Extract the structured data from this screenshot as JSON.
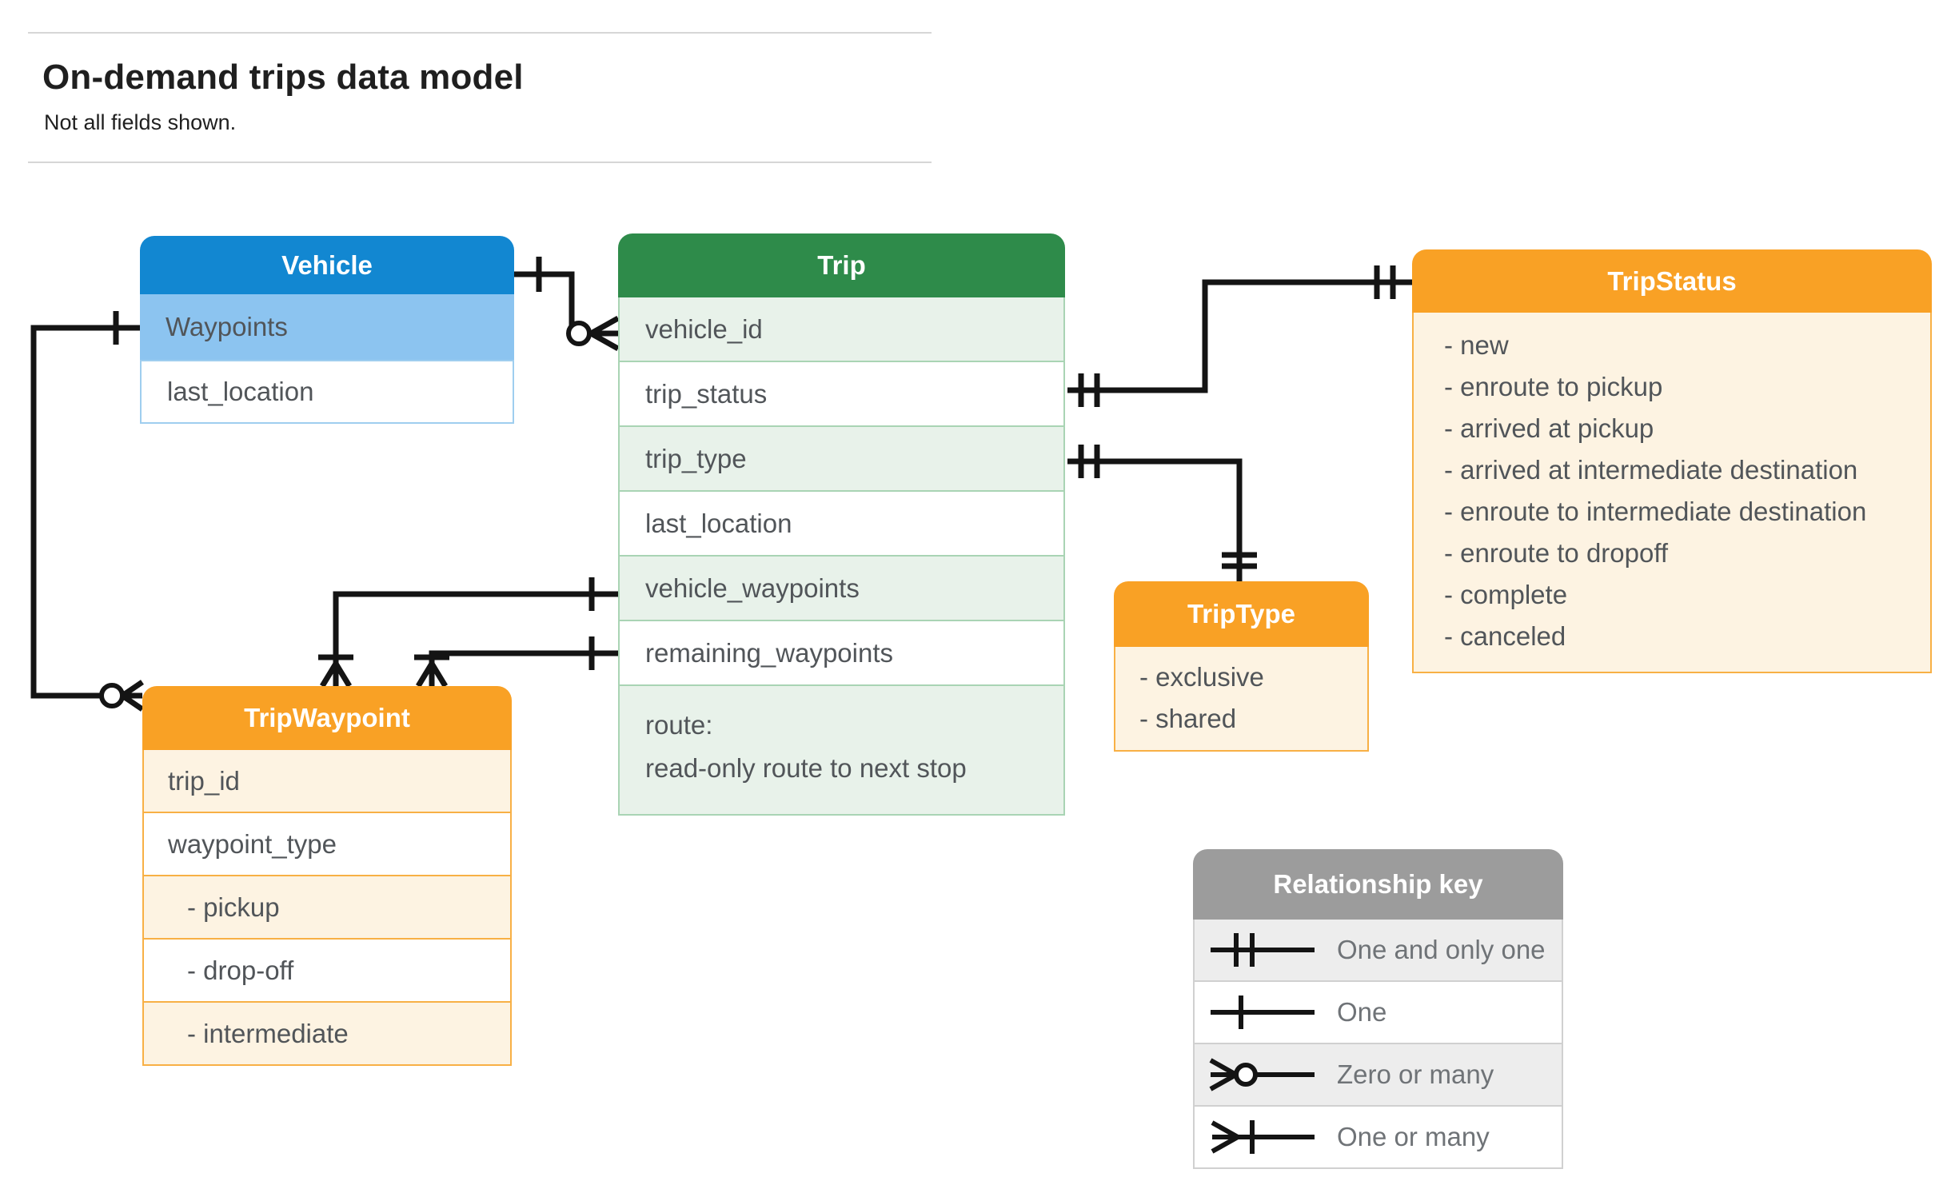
{
  "page": {
    "title": "On-demand trips data model",
    "subtitle": "Not all fields shown."
  },
  "entities": {
    "vehicle": {
      "title": "Vehicle",
      "fields": [
        "Waypoints",
        "last_location"
      ]
    },
    "trip": {
      "title": "Trip",
      "fields": [
        "vehicle_id",
        "trip_status",
        "trip_type",
        "last_location",
        "vehicle_waypoints",
        "remaining_waypoints"
      ],
      "route": {
        "line1": "route:",
        "line2": "read-only route to next stop"
      }
    },
    "trip_status": {
      "title": "TripStatus",
      "items": [
        "- new",
        "- enroute to pickup",
        "- arrived at pickup",
        "- arrived at intermediate destination",
        "- enroute to intermediate destination",
        "- enroute to dropoff",
        "- complete",
        "- canceled"
      ]
    },
    "trip_type": {
      "title": "TripType",
      "items": [
        "- exclusive",
        "- shared"
      ]
    },
    "trip_waypoint": {
      "title": "TripWaypoint",
      "fields": [
        "trip_id",
        "waypoint_type",
        "- pickup",
        "- drop-off",
        "- intermediate"
      ]
    }
  },
  "legend": {
    "title": "Relationship key",
    "rows": [
      {
        "symbol": "one-and-only-one-symbol",
        "label": "One and only one"
      },
      {
        "symbol": "one-symbol",
        "label": "One"
      },
      {
        "symbol": "zero-or-many-symbol",
        "label": "Zero or many"
      },
      {
        "symbol": "one-or-many-symbol",
        "label": "One or many"
      }
    ]
  },
  "colors": {
    "blue-header": "#1287d1",
    "blue-light": "#8cc4f0",
    "blue-border": "#9fceef",
    "green-header": "#2e8b4a",
    "green-light": "#e8f2ea",
    "green-border": "#a9d4b4",
    "orange-header": "#f9a125",
    "orange-light": "#fdf3e2",
    "orange-border": "#f8b045",
    "gray-header": "#9c9c9c",
    "gray-light": "#ededed",
    "gray-border": "#d0d0d0",
    "line-color": "#141414",
    "field-text": "#515559",
    "legend-text": "#6f7377",
    "title-text": "#1f1f1f",
    "divider": "#d6d6d6"
  }
}
